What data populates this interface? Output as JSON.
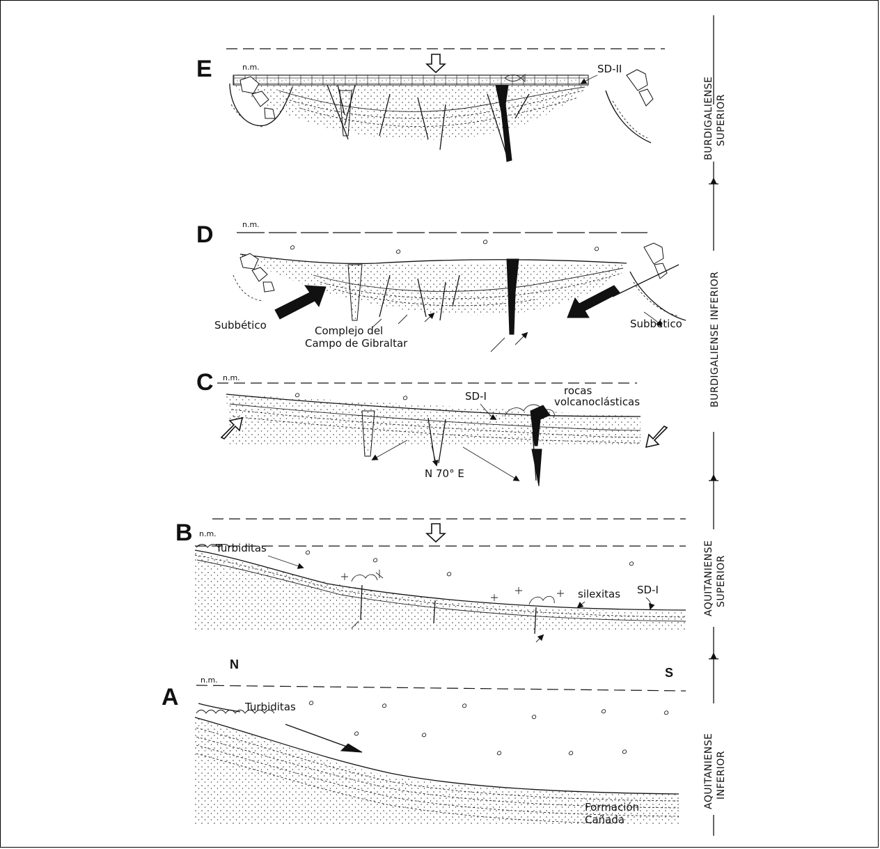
{
  "stages": {
    "A": {
      "letter": "A",
      "sea_level": "n.m.",
      "north": "N",
      "south": "S",
      "turbidites": "Turbiditas",
      "formation_1": "Formación",
      "formation_2": "Cañada"
    },
    "B": {
      "letter": "B",
      "sea_level": "n.m.",
      "turbidites": "Turbiditas",
      "silexites": "silexitas",
      "unconformity": "SD-I"
    },
    "C": {
      "letter": "C",
      "sea_level": "n.m.",
      "unconformity": "SD-I",
      "volcanic_1": "rocas",
      "volcanic_2": "volcanoclásticas",
      "fault_trend": "N 70° E"
    },
    "D": {
      "letter": "D",
      "sea_level": "n.m.",
      "subbetic_left": "Subbético",
      "subbetic_right": "Subbético",
      "complex_1": "Complejo del",
      "complex_2": "Campo de Gibraltar"
    },
    "E": {
      "letter": "E",
      "sea_level": "n.m.",
      "unconformity": "SD-II"
    }
  },
  "epochs": [
    {
      "label_1": "BURDIGALIENSE",
      "label_2": "SUPERIOR"
    },
    {
      "label_1": "BURDIGALIENSE INFERIOR",
      "label_2": ""
    },
    {
      "label_1": "AQUITANIENSE",
      "label_2": "SUPERIOR"
    },
    {
      "label_1": "AQUITANIENSE",
      "label_2": "INFERIOR"
    }
  ]
}
